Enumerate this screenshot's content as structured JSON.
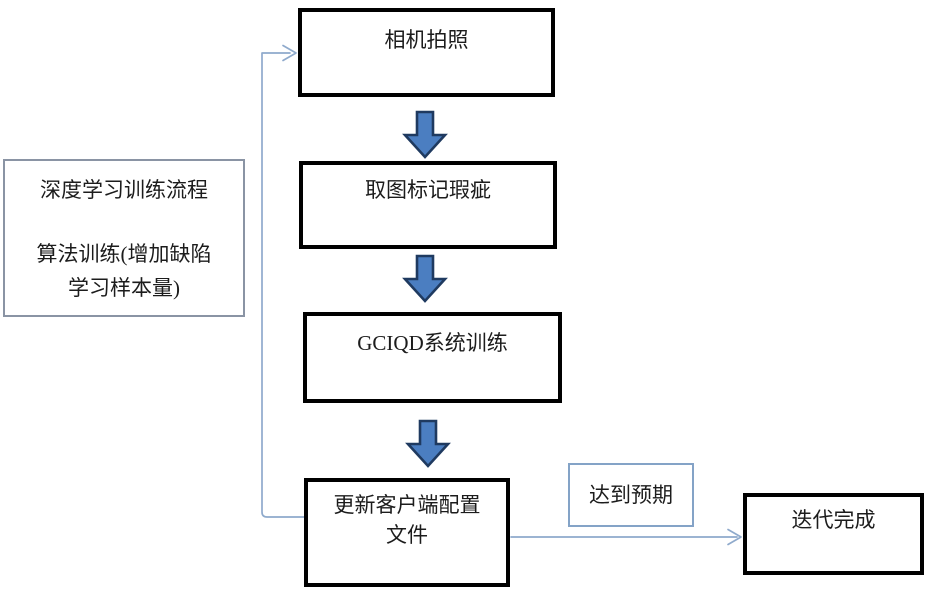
{
  "diagram": {
    "nodes": {
      "camera": {
        "label": "相机拍照"
      },
      "mark_defects": {
        "label": "取图标记瑕疵"
      },
      "system_training": {
        "label": "GCIQD系统训练"
      },
      "update_config": {
        "line1": "更新客户端配置",
        "line2": "文件"
      },
      "process_note": {
        "lines": [
          "深度学习训练流程",
          "算法训练(增加缺陷",
          "学习样本量)"
        ]
      },
      "expectation": {
        "label": "达到预期"
      },
      "done": {
        "label": "迭代完成"
      }
    },
    "colors": {
      "process_box_border": "#000000",
      "note_box_border": "#8a94a4",
      "expect_box_border": "#84a3c7",
      "block_arrow_fill": "#4b7ec1",
      "block_arrow_outline": "#1f3a60",
      "connector_line": "#8faacc",
      "text": "#1c1c1c",
      "background": "#ffffff"
    }
  }
}
